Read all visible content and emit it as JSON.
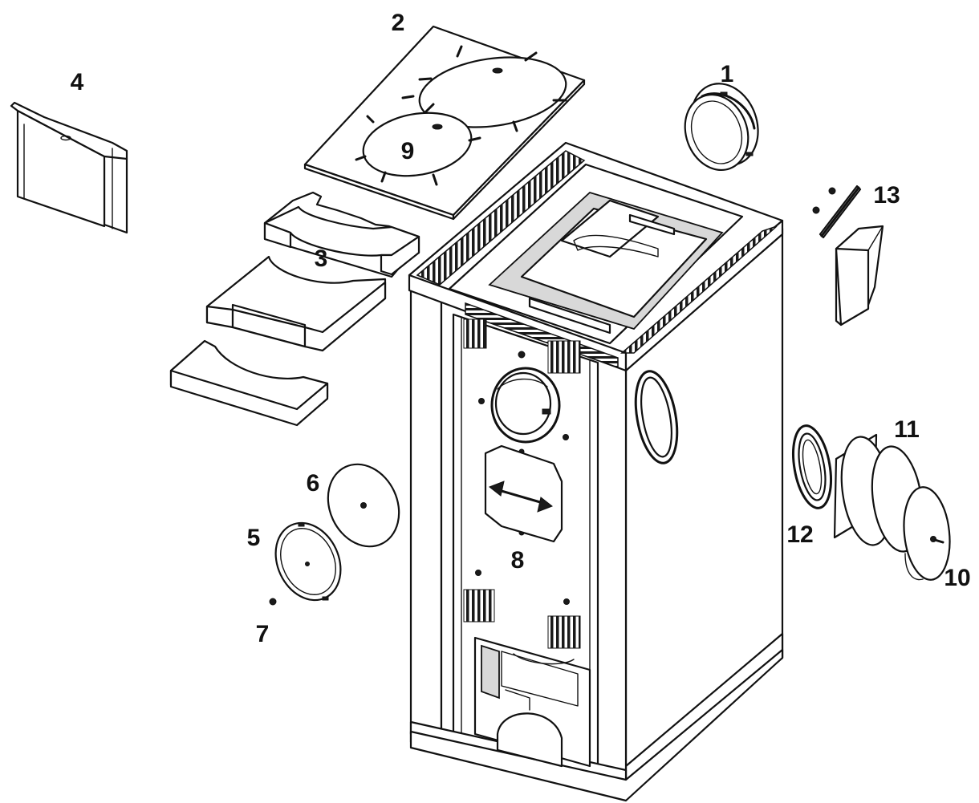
{
  "diagram": {
    "type": "exploded-parts-view",
    "callouts": [
      {
        "key": "p1",
        "text": "1"
      },
      {
        "key": "p2",
        "text": "2"
      },
      {
        "key": "p3",
        "text": "3"
      },
      {
        "key": "p4",
        "text": "4"
      },
      {
        "key": "p5",
        "text": "5"
      },
      {
        "key": "p6",
        "text": "6"
      },
      {
        "key": "p7",
        "text": "7"
      },
      {
        "key": "p8",
        "text": "8"
      },
      {
        "key": "p9",
        "text": "9"
      },
      {
        "key": "p10",
        "text": "10"
      },
      {
        "key": "p11",
        "text": "11"
      },
      {
        "key": "p12",
        "text": "12"
      },
      {
        "key": "p13",
        "text": "13"
      }
    ]
  },
  "colors": {
    "line": "#111111",
    "fill": "#ffffff",
    "shade": "#d8d8d8"
  }
}
